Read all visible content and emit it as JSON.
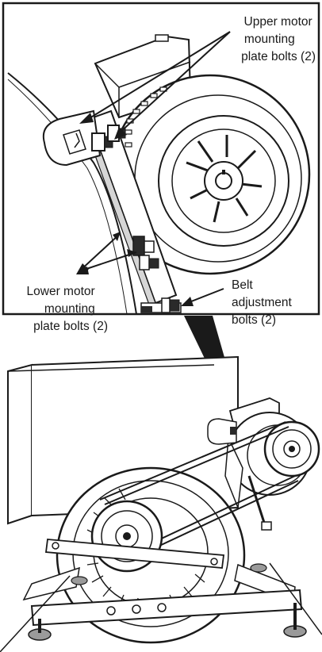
{
  "callouts": {
    "upper_motor_bolts": [
      "Upper motor",
      "mounting",
      "plate bolts (2)"
    ],
    "lower_motor_bolts": [
      "Lower motor",
      "mounting",
      "plate bolts (2)"
    ],
    "belt_adjustment_bolts": [
      "Belt",
      "adjustment",
      "bolts (2)"
    ]
  },
  "colors": {
    "line": "#1a1a1a",
    "fill_dark": "#2a2a2a",
    "fill_mid": "#9a9a9a",
    "fill_light": "#d6d6d6",
    "background": "#ffffff"
  }
}
